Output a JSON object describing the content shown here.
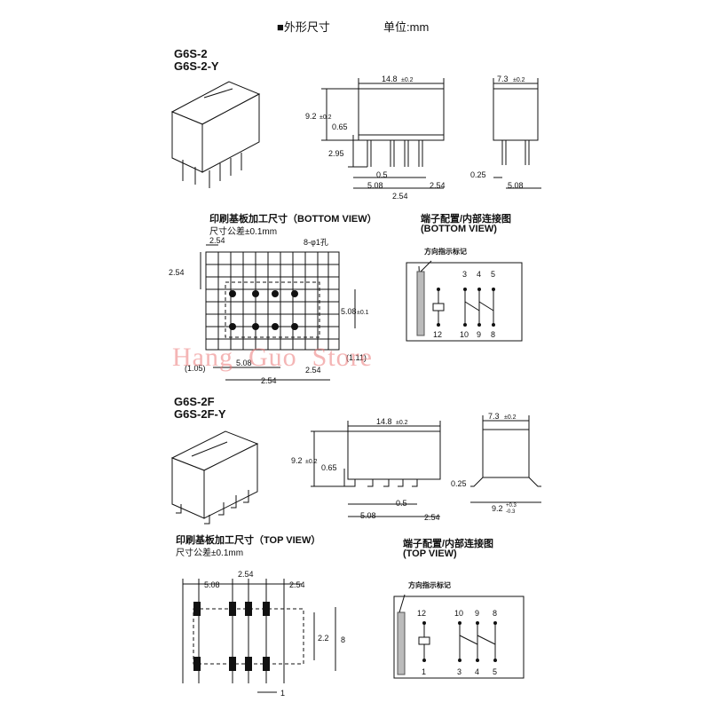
{
  "header": {
    "title": "■外形尺寸",
    "unit": "单位:mm"
  },
  "model_a": {
    "line1": "G6S-2",
    "line2": "G6S-2-Y"
  },
  "model_b": {
    "line1": "G6S-2F",
    "line2": "G6S-2F-Y"
  },
  "dims_a": {
    "length": "14.8",
    "length_tol": "±0.2",
    "width": "7.3",
    "width_tol": "±0.2",
    "height": "9.2",
    "height_tol": "±0.2",
    "d_065": "0.65",
    "d_295": "2.95",
    "d_05": "0.5",
    "d_508": "5.08",
    "d_254a": "2.54",
    "d_254b": "2.54",
    "d_025": "0.25",
    "d_508b": "5.08"
  },
  "pcb_a": {
    "title": "印刷基板加工尺寸（BOTTOM VIEW）",
    "tolerance": "尺寸公差±0.1mm",
    "d_254_top": "2.54",
    "d_254_left": "2.54",
    "holes": "8-φ1孔",
    "pitch": "5.08",
    "pitch_tol": "±0.1",
    "d_105": "(1.05)",
    "d_508": "5.08",
    "d_254b": "2.54",
    "d_254c": "2.54",
    "d_111": "(1.11)"
  },
  "term_a": {
    "title": "端子配置/内部连接图",
    "view": "(BOTTOM VIEW)",
    "mark": "方向指示标记",
    "top_pins": [
      "3",
      "4",
      "5"
    ],
    "bottom_pins": [
      "12",
      "10",
      "9",
      "8"
    ]
  },
  "watermark": "Hang  Guo  Store",
  "dims_b": {
    "length": "14.8",
    "length_tol": "±0.2",
    "width": "7.3",
    "width_tol": "±0.2",
    "height": "9.2",
    "height_tol": "±0.2",
    "d_065": "0.65",
    "d_05": "0.5",
    "d_508": "5.08",
    "d_254": "2.54",
    "d_025": "0.25",
    "d_92": "9.2",
    "d_92_tol_up": "+0.3",
    "d_92_tol_dn": "-0.3"
  },
  "pcb_b": {
    "title": "印刷基板加工尺寸（TOP VIEW）",
    "tolerance": "尺寸公差±0.1mm",
    "d_508": "5.08",
    "d_254a": "2.54",
    "d_254b": "2.54",
    "d_22": "2.2",
    "d_8": "8",
    "d_1": "1"
  },
  "term_b": {
    "title": "端子配置/内部连接图",
    "view": "(TOP VIEW)",
    "mark": "方向指示标记",
    "top_pins": [
      "12",
      "10",
      "9",
      "8"
    ],
    "bottom_pins": [
      "1",
      "3",
      "4",
      "5"
    ]
  }
}
